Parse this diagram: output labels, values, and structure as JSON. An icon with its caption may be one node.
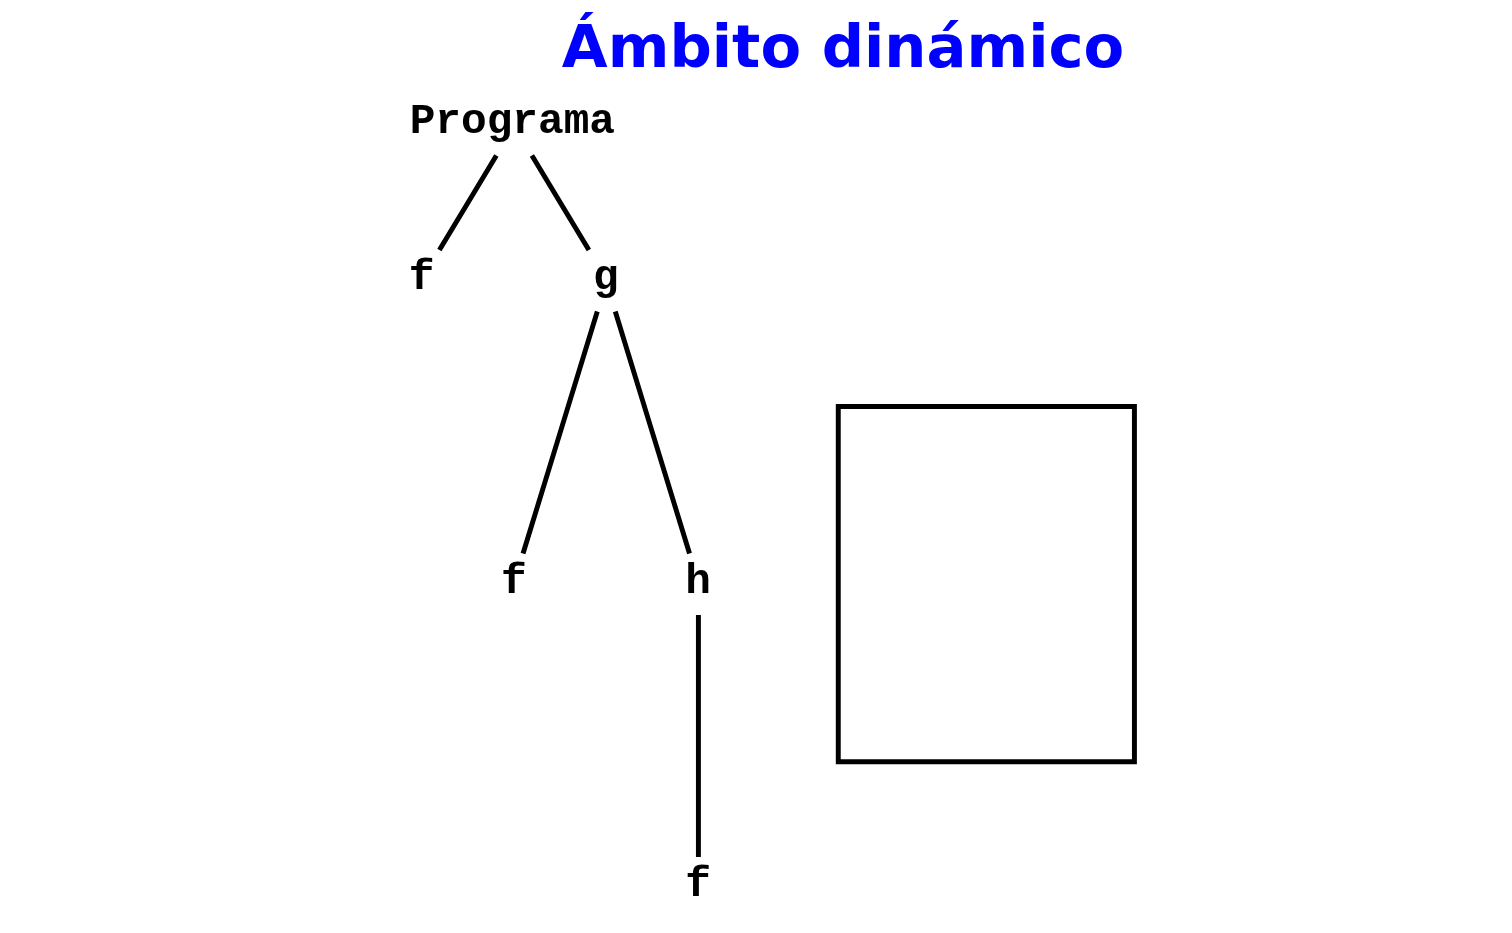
{
  "diagram": {
    "title": "Ámbito dinámico",
    "nodes": [
      {
        "text": [
          "Programa"
        ]
      },
      {
        "text": [
          "f"
        ]
      },
      {
        "text": [
          "g"
        ]
      },
      {
        "text": [
          "f"
        ]
      },
      {
        "text": [
          "h"
        ]
      },
      {
        "text": [
          "f"
        ]
      },
      {
        "text": [],
        "shape": "box"
      }
    ],
    "edges": [
      {
        "from": 0,
        "to": 1,
        "arrow": "none"
      },
      {
        "from": 0,
        "to": 2,
        "arrow": "none"
      },
      {
        "from": 2,
        "to": 3,
        "arrow": "none"
      },
      {
        "from": 2,
        "to": 4,
        "arrow": "none"
      },
      {
        "from": 4,
        "to": 5,
        "arrow": "none"
      }
    ]
  }
}
